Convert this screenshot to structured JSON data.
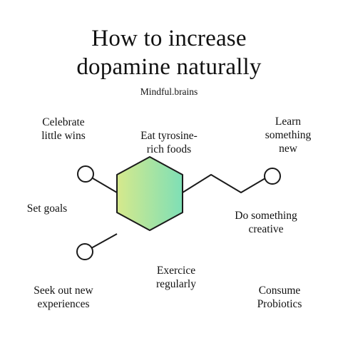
{
  "title": {
    "line1": "How to increase",
    "line2": "dopamine naturally"
  },
  "brand": "Mindful.brains",
  "tips": {
    "celebrate": [
      "Celebrate",
      "little wins"
    ],
    "tyrosine": [
      "Eat tyrosine-",
      "rich foods"
    ],
    "learn": [
      "Learn",
      "something",
      "new"
    ],
    "goals": [
      "Set goals"
    ],
    "creative": [
      "Do something",
      "creative"
    ],
    "exercise": [
      "Exercice",
      "regularly"
    ],
    "experiences": [
      "Seek out new",
      "experiences"
    ],
    "probiotics": [
      "Consume",
      "Probiotics"
    ]
  },
  "colors": {
    "gradient_start": "#d6e98c",
    "gradient_end": "#7edfb6",
    "stroke": "#1a1a1a"
  }
}
